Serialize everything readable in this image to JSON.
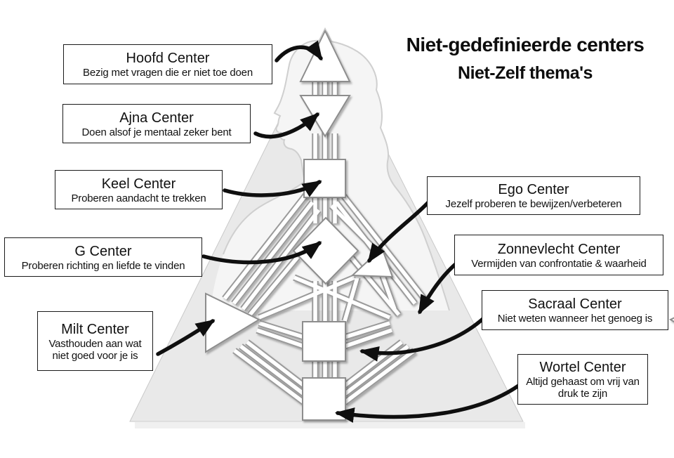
{
  "title": {
    "line1": "Niet-gedefinieerde centers",
    "line2": "Niet-Zelf thema's"
  },
  "callouts": [
    {
      "id": "hoofd",
      "title": "Hoofd Center",
      "description": "Bezig met vragen die er niet toe doen"
    },
    {
      "id": "ajna",
      "title": "Ajna Center",
      "description": "Doen alsof je mentaal zeker bent"
    },
    {
      "id": "keel",
      "title": "Keel Center",
      "description": "Proberen aandacht te trekken"
    },
    {
      "id": "g",
      "title": "G Center",
      "description": "Proberen richting en liefde te vinden"
    },
    {
      "id": "milt",
      "title": "Milt Center",
      "description": "Vasthouden aan wat niet goed voor je is"
    },
    {
      "id": "ego",
      "title": "Ego Center",
      "description": "Jezelf proberen te bewijzen/verbeteren"
    },
    {
      "id": "zonnevlecht",
      "title": "Zonnevlecht Center",
      "description": "Vermijden van confrontatie & waarheid"
    },
    {
      "id": "sacraal",
      "title": "Sacraal Center",
      "description": "Niet weten wanneer het genoeg is"
    },
    {
      "id": "wortel",
      "title": "Wortel Center",
      "description": "Altijd gehaast om vrij van druk te zijn"
    }
  ],
  "colors": {
    "background": "#ffffff",
    "triangle_fill": "#e9e9e9",
    "silhouette_fill": "#f5f5f5",
    "silhouette_line": "#cfcfcf",
    "channel_edge": "#9a9a9a",
    "channel_fill": "#ffffff",
    "center_fill": "#ffffff",
    "center_stroke": "#8d8d8d",
    "arrow": "#0f0f0f",
    "text": "#111111",
    "box_border": "#1a1a1a"
  }
}
